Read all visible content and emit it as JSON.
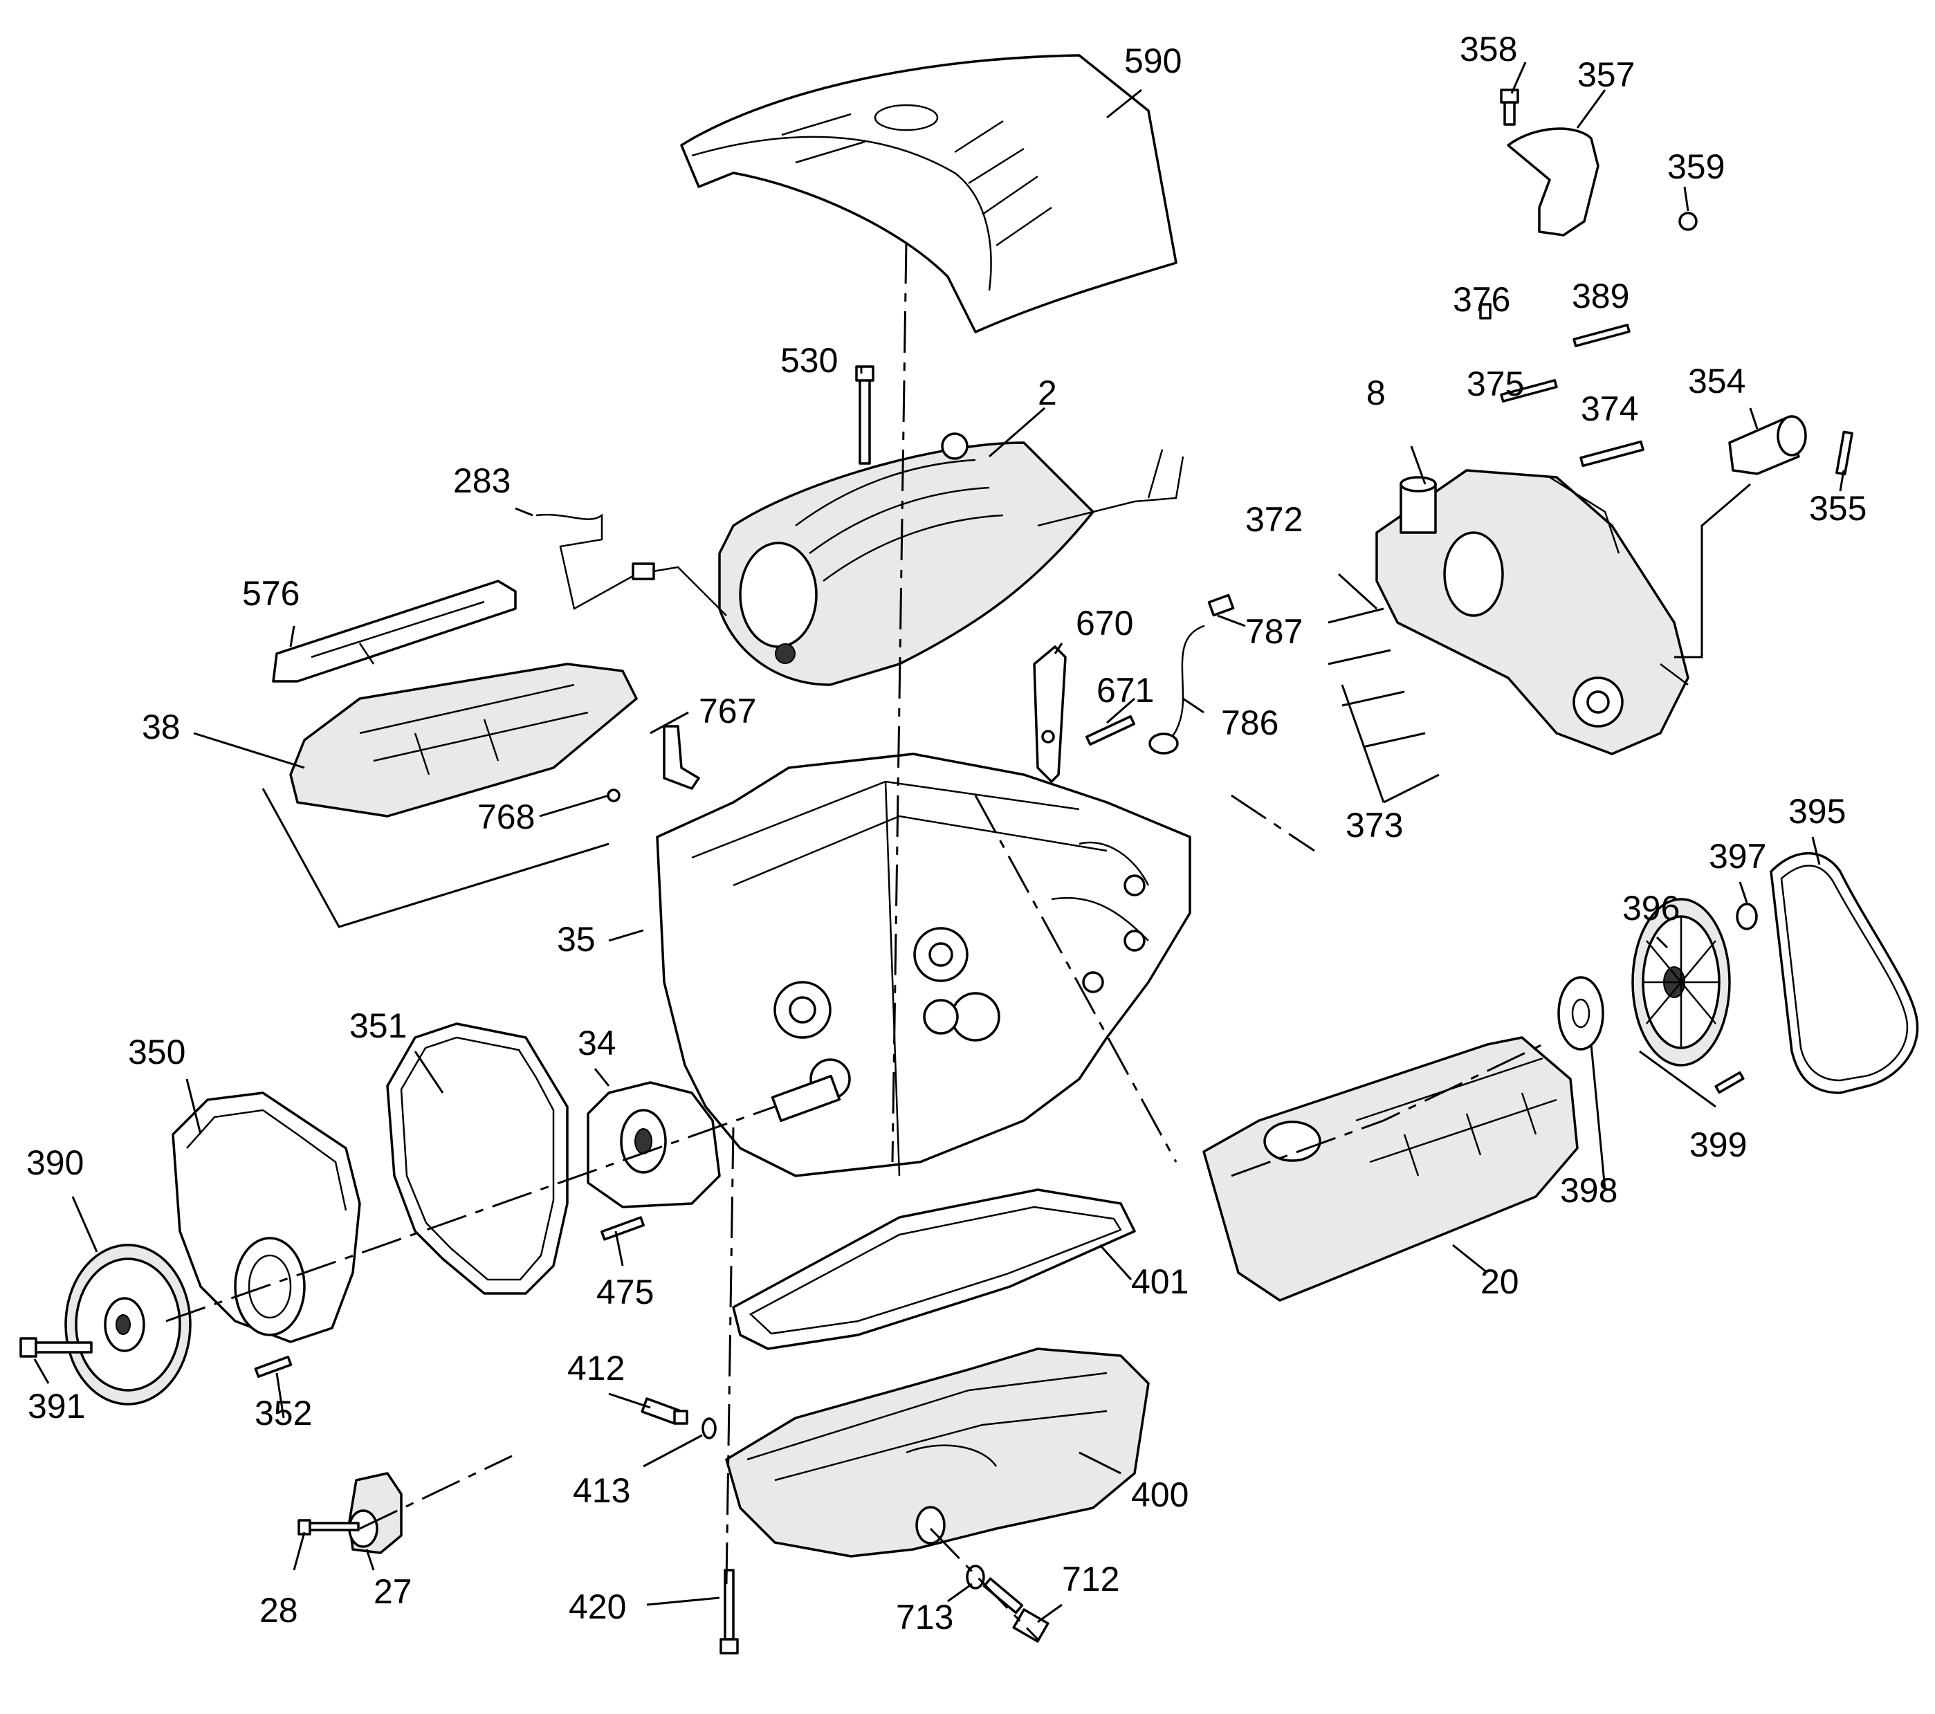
{
  "diagram": {
    "type": "exploded-parts-diagram",
    "callouts": {
      "c590": "590",
      "c358": "358",
      "c357": "357",
      "c359": "359",
      "c376": "376",
      "c389": "389",
      "c375": "375",
      "c374": "374",
      "c354": "354",
      "c355": "355",
      "c8": "8",
      "c530": "530",
      "c2": "2",
      "c283": "283",
      "c372": "372",
      "c787": "787",
      "c670": "670",
      "c576": "576",
      "c671": "671",
      "c786": "786",
      "c38": "38",
      "c767": "767",
      "c768": "768",
      "c373": "373",
      "c395": "395",
      "c397": "397",
      "c396": "396",
      "c35": "35",
      "c351": "351",
      "c350": "350",
      "c34": "34",
      "c390": "390",
      "c399": "399",
      "c398": "398",
      "c401": "401",
      "c475": "475",
      "c20": "20",
      "c391": "391",
      "c352": "352",
      "c412": "412",
      "c413": "413",
      "c400": "400",
      "c27": "27",
      "c28": "28",
      "c420": "420",
      "c712": "712",
      "c713": "713"
    }
  }
}
